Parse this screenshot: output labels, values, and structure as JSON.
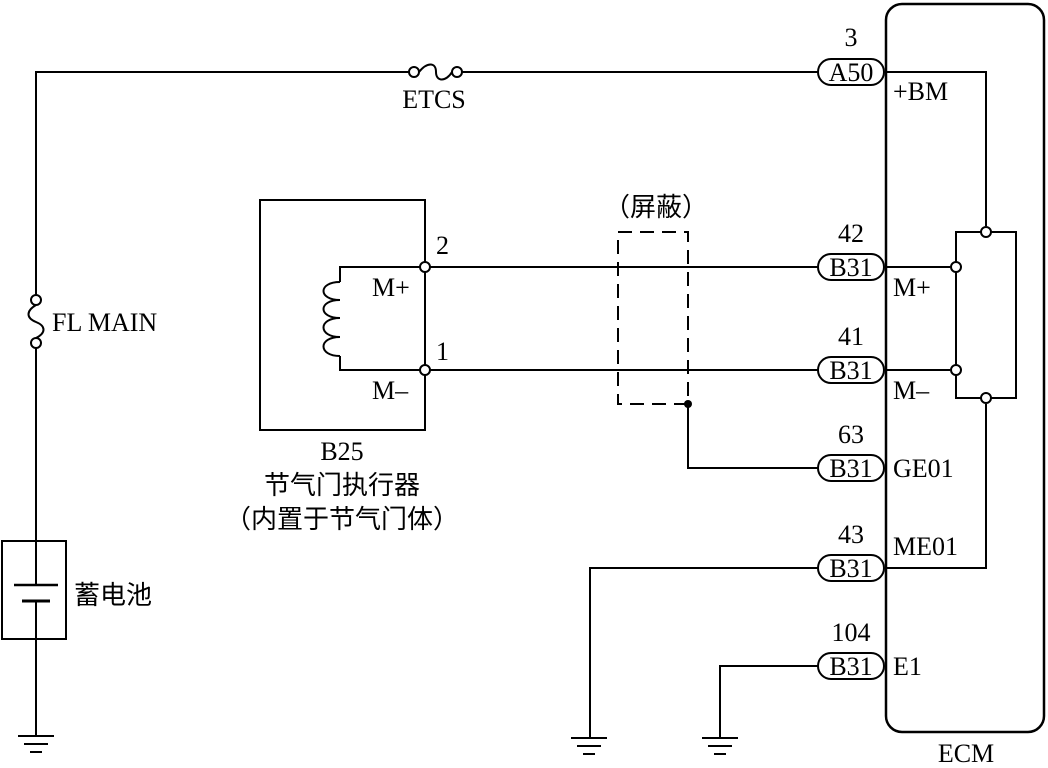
{
  "labels": {
    "fuse_etcs": "ETCS",
    "fuse_fl_main": "FL MAIN",
    "battery": "蓄电池",
    "shield": "（屏蔽）",
    "actuator_code": "B25",
    "actuator_name": "节气门执行器",
    "actuator_note": "（内置于节气门体）",
    "actuator_pin_2": "2",
    "actuator_pin_1": "1",
    "actuator_mplus": "M+",
    "actuator_mminus": "M–",
    "ecm": "ECM"
  },
  "ecm_pins": [
    {
      "num": "3",
      "connector": "A50",
      "signal": "+BM"
    },
    {
      "num": "42",
      "connector": "B31",
      "signal": "M+"
    },
    {
      "num": "41",
      "connector": "B31",
      "signal": "M–"
    },
    {
      "num": "63",
      "connector": "B31",
      "signal": "GE01"
    },
    {
      "num": "43",
      "connector": "B31",
      "signal": "ME01"
    },
    {
      "num": "104",
      "connector": "B31",
      "signal": "E1"
    }
  ]
}
